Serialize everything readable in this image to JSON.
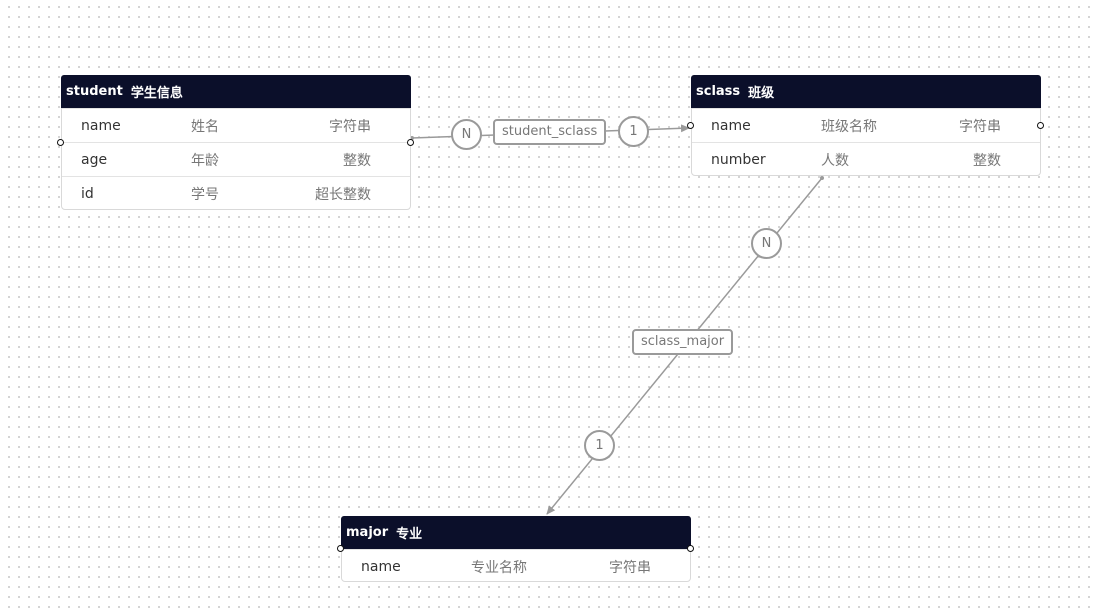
{
  "entities": {
    "student": {
      "name": "student",
      "comment": "学生信息",
      "fields": [
        {
          "name": "name",
          "comment": "姓名",
          "type": "字符串"
        },
        {
          "name": "age",
          "comment": "年龄",
          "type": "整数"
        },
        {
          "name": "id",
          "comment": "学号",
          "type": "超长整数"
        }
      ]
    },
    "sclass": {
      "name": "sclass",
      "comment": "班级",
      "fields": [
        {
          "name": "name",
          "comment": "班级名称",
          "type": "字符串"
        },
        {
          "name": "number",
          "comment": "人数",
          "type": "整数"
        }
      ]
    },
    "major": {
      "name": "major",
      "comment": "专业",
      "fields": [
        {
          "name": "name",
          "comment": "专业名称",
          "type": "字符串"
        }
      ]
    }
  },
  "relations": {
    "student_sclass": {
      "label": "student_sclass",
      "from_card": "N",
      "to_card": "1"
    },
    "sclass_major": {
      "label": "sclass_major",
      "from_card": "N",
      "to_card": "1"
    }
  },
  "colors": {
    "header_bg": "#0b0f2a",
    "edge": "#9a9a9a"
  }
}
